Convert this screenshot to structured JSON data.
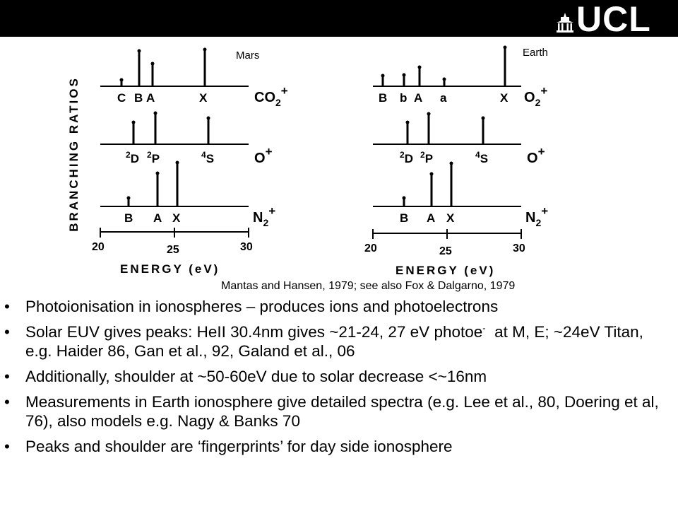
{
  "header": {
    "logo_text": "UCL"
  },
  "figure": {
    "planets": [
      "Mars",
      "Earth"
    ],
    "y_axis_label": "BRANCHING RATIOS",
    "x_axis_label": "ENERGY (eV)",
    "x_ticks": [
      "20",
      "25",
      "30"
    ],
    "citation": "Mantas and Hansen, 1979; see also  Fox & Dalgarno,  1979",
    "left_rows": [
      {
        "ion": "CO2+",
        "peaks": [
          "C",
          "B",
          "A",
          "X"
        ]
      },
      {
        "ion": "O+",
        "peaks": [
          "2D",
          "2P",
          "4S"
        ]
      },
      {
        "ion": "N2+",
        "peaks": [
          "B",
          "A",
          "X"
        ]
      }
    ],
    "right_rows": [
      {
        "ion": "O2+",
        "peaks": [
          "B",
          "b",
          "A",
          "a",
          "X"
        ]
      },
      {
        "ion": "O+",
        "peaks": [
          "2D",
          "2P",
          "4S"
        ]
      },
      {
        "ion": "N2+",
        "peaks": [
          "B",
          "A",
          "X"
        ]
      }
    ]
  },
  "bullets": [
    {
      "text": "Photoionisation in ionospheres – produces ions and photoelectrons"
    },
    {
      "text_a": "Solar EUV gives peaks: HeII 30.4nm gives ~21-24, 27 eV photoe",
      "sup": "-",
      "text_b": "  at M, E; ~24eV Titan, e.g. Haider 86, Gan et al., 92, Galand et al., 06"
    },
    {
      "text": "Additionally, shoulder at ~50-60eV due to solar decrease <~16nm"
    },
    {
      "text": "Measurements in Earth ionosphere give detailed spectra (e.g. Lee et al., 80, Doering et al, 76), also models e.g. Nagy & Banks 70"
    },
    {
      "text": "Peaks and shoulder are ‘fingerprints’ for day side ionosphere"
    }
  ]
}
